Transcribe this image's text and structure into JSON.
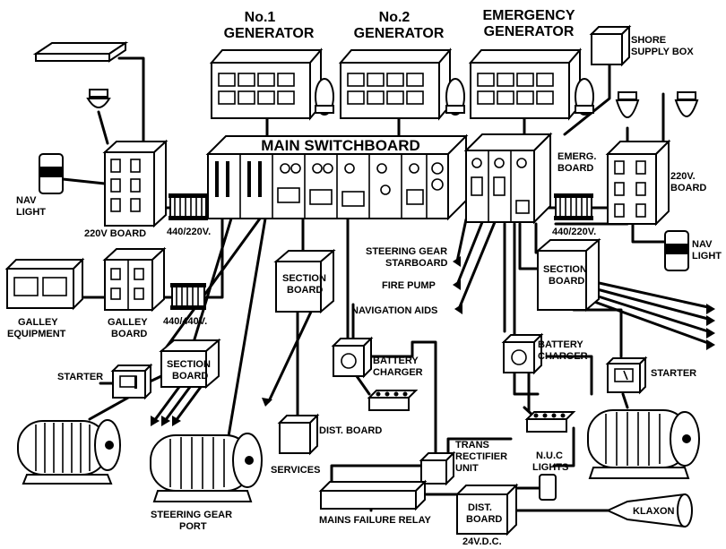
{
  "labels": {
    "gen1_line1": "No.1",
    "gen1_line2": "GENERATOR",
    "gen2_line1": "No.2",
    "gen2_line2": "GENERATOR",
    "emerg_gen_line1": "EMERGENCY",
    "emerg_gen_line2": "GENERATOR",
    "shore_line1": "SHORE",
    "shore_line2": "SUPPLY BOX",
    "main_switchboard": "MAIN SWITCHBOARD",
    "emerg_board_line1": "EMERG.",
    "emerg_board_line2": "BOARD",
    "board_220v_right_line1": "220V.",
    "board_220v_right_line2": "BOARD",
    "nav_light_left_line1": "NAV",
    "nav_light_left_line2": "LIGHT",
    "nav_light_right_line1": "NAV",
    "nav_light_right_line2": "LIGHT",
    "board_220v_left": "220V BOARD",
    "transformer_left": "440/220V.",
    "transformer_right": "440/220V.",
    "steering_starboard_line1": "STEERING GEAR",
    "steering_starboard_line2": "STARBOARD",
    "fire_pump": "FIRE PUMP",
    "navigation_aids": "NAVIGATION AIDS",
    "galley_equipment_line1": "GALLEY",
    "galley_equipment_line2": "EQUIPMENT",
    "galley_board_line1": "GALLEY",
    "galley_board_line2": "BOARD",
    "transformer_galley": "440/440V.",
    "section_board_center_line1": "SECTION",
    "section_board_center_line2": "BOARD",
    "section_board_left_line1": "SECTION",
    "section_board_left_line2": "BOARD",
    "section_board_right_line1": "SECTION",
    "section_board_right_line2": "BOARD",
    "starter_left": "STARTER",
    "starter_right": "STARTER",
    "battery_charger_left_line1": "BATTERY",
    "battery_charger_left_line2": "CHARGER",
    "battery_charger_right_line1": "BATTERY",
    "battery_charger_right_line2": "CHARGER",
    "dist_board_center": "DIST. BOARD",
    "services": "SERVICES",
    "trans_line1": "TRANS",
    "trans_line2": "RECTIFIER",
    "trans_line3": "UNIT",
    "nuc_line1": "N.U.C",
    "nuc_line2": "LIGHTS",
    "mains_failure_relay": "MAINS FAILURE RELAY",
    "dist_board_24v_line1": "DIST.",
    "dist_board_24v_line2": "BOARD",
    "dc_24v": "24V.D.C.",
    "klaxon": "KLAXON",
    "steering_port_line1": "STEERING GEAR",
    "steering_port_line2": "PORT"
  }
}
